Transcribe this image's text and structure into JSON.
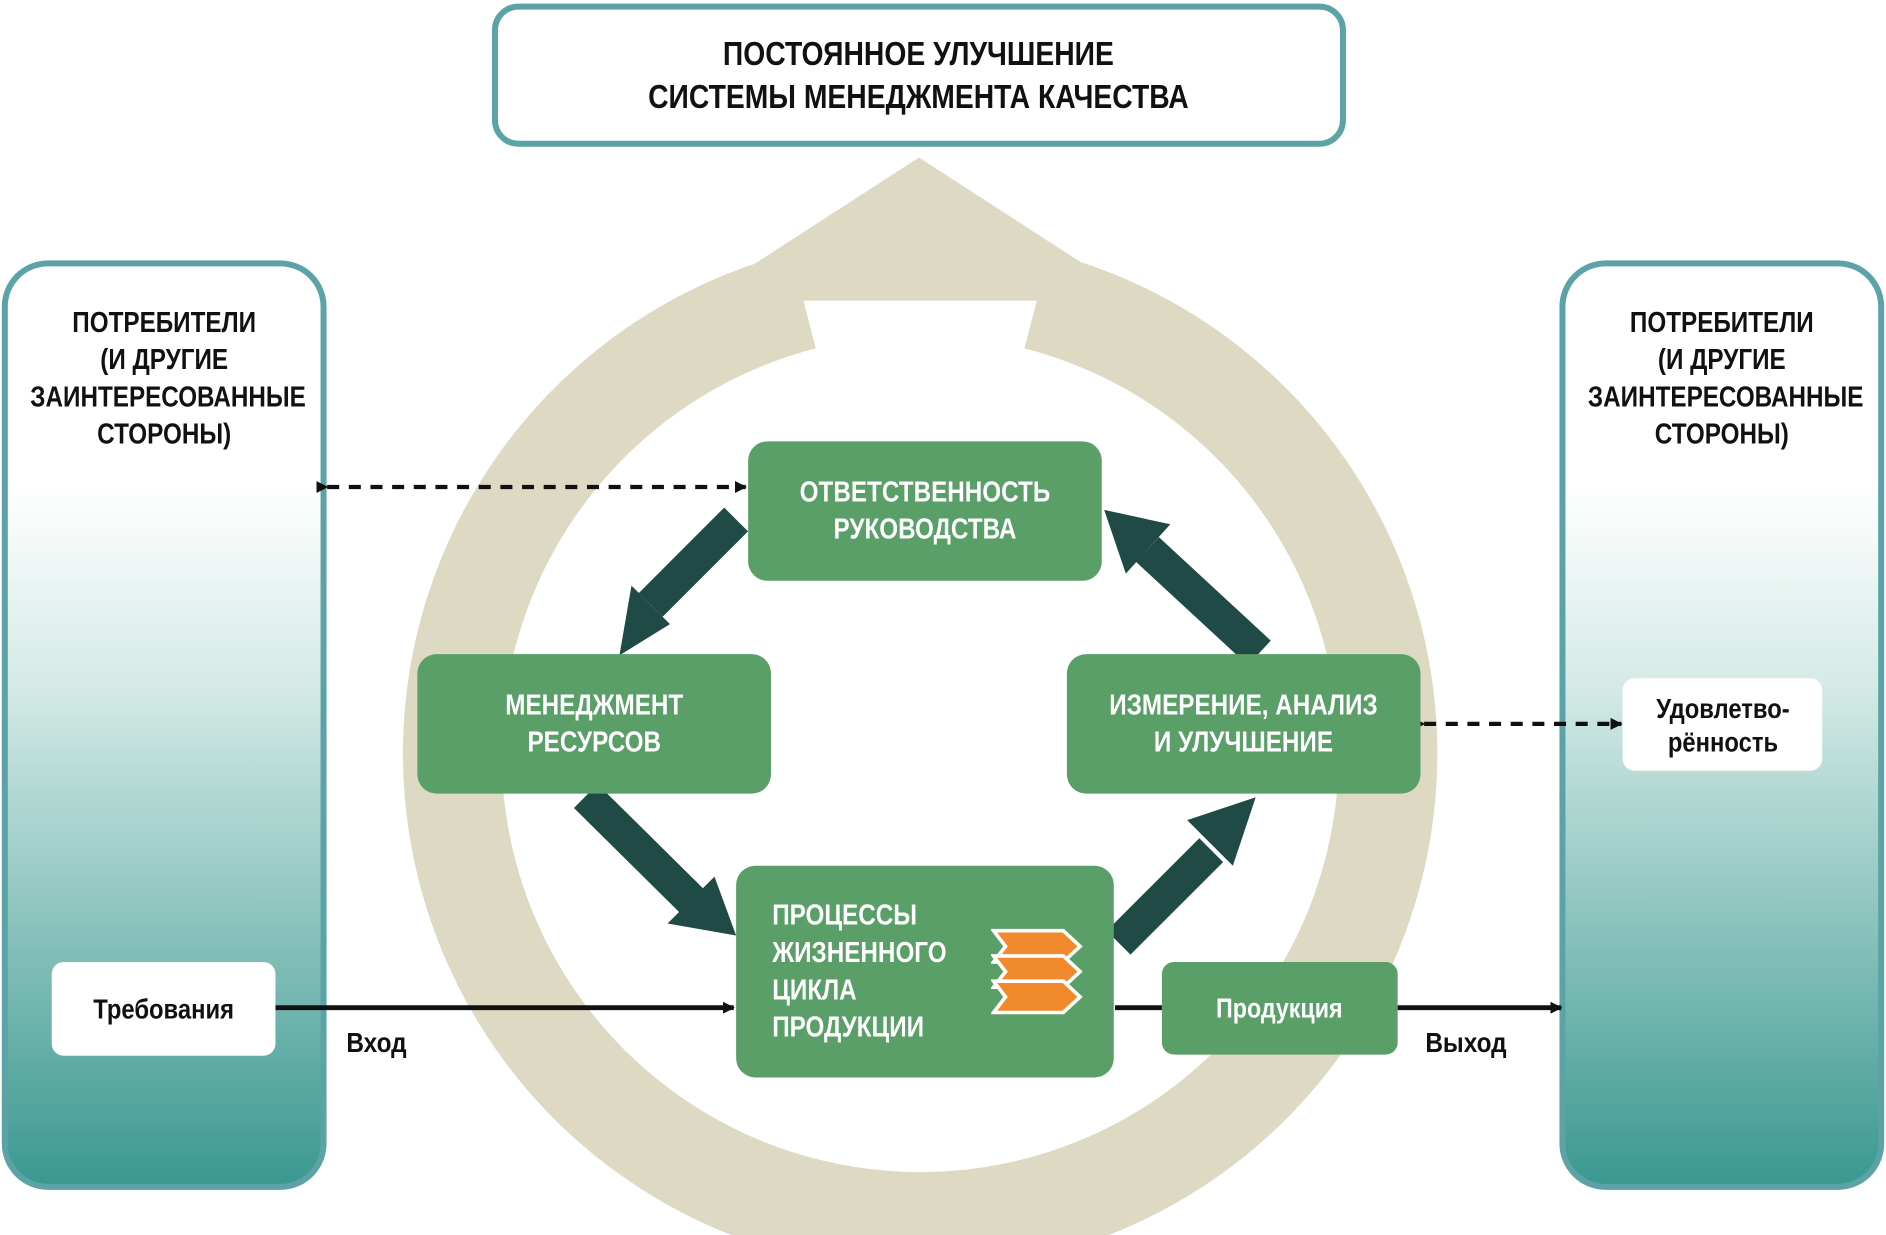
{
  "title": "ПОСТОЯННОЕ УЛУЧШЕНИЕ\nСИСТЕМЫ МЕНЕДЖМЕНТА КАЧЕСТВА",
  "left_party": {
    "title": "ПОТРЕБИТЕЛИ\n(И ДРУГИЕ\nЗАИНТЕРЕСОВАННЫЕ\nСТОРОНЫ)",
    "item": "Требования"
  },
  "right_party": {
    "title": "ПОТРЕБИТЕЛИ\n(И ДРУГИЕ\nЗАИНТЕРЕСОВАННЫЕ\nСТОРОНЫ)",
    "item": "Удовлетво-\nрённость"
  },
  "processes": {
    "top": "ОТВЕТСТВЕННОСТЬ\nРУКОВОДСТВА",
    "left": "МЕНЕДЖМЕНТ\nРЕСУРСОВ",
    "right": "ИЗМЕРЕНИЕ, АНАЛИЗ\nИ УЛУЧШЕНИЕ",
    "bottom": "ПРОЦЕССЫ\nЖИЗНЕННОГО\nЦИКЛА\nПРОДУКЦИИ"
  },
  "product": "Продукция",
  "input_label": "Вход",
  "output_label": "Выход",
  "colors": {
    "teal_border": "#5ba3a6",
    "teal_gradient_end": "#3a9890",
    "process_green": "#5a9f68",
    "cycle_arrow": "#1f4a45",
    "loop_beige": "#ddd9c3",
    "stack_orange": "#f08a2c"
  },
  "icons": {
    "stack": "stacked-chevrons-icon"
  }
}
